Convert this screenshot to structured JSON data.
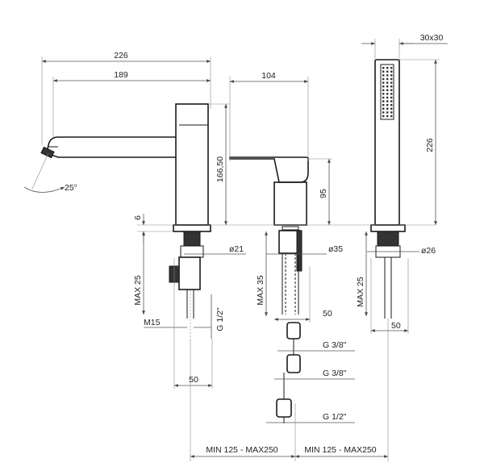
{
  "dimensions": {
    "spout_total": "226",
    "spout_reach": "189",
    "mixer_width": "104",
    "shower_size": "30x30",
    "spout_height": "166,50",
    "mixer_height": "95",
    "shower_height": "226",
    "deck_gap": "6",
    "angle": "25°",
    "spout_pipe_dia": "ø21",
    "mixer_pipe_dia": "ø35",
    "shower_pipe_dia": "ø26",
    "deck_left": "MAX 25",
    "deck_mid": "MAX 35",
    "deck_right": "MAX 25",
    "thread_m15": "M15",
    "thread_g12_left": "G 1/2\"",
    "width_50_a": "50",
    "width_50_b": "50",
    "width_50_c": "50",
    "hose_g38_a": "G 3/8\"",
    "hose_g38_b": "G 3/8\"",
    "hose_g12": "G 1/2\"",
    "spacing_left": "MIN 125 - MAX250",
    "spacing_right": "MIN 125 - MAX250"
  },
  "colors": {
    "line": "#1a1a1a",
    "dimension": "#555555",
    "fill": "#333333"
  }
}
